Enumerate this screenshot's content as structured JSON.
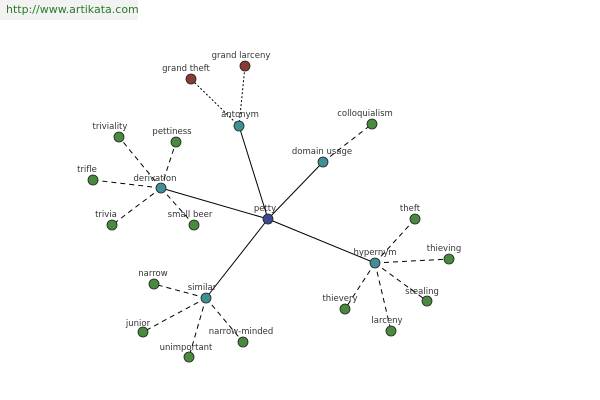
{
  "watermark": "http://www.artikata.com",
  "colors": {
    "root": "#3b4a8c",
    "relation": "#3f8f93",
    "leaf": "#4a8a3e",
    "antonym_leaf": "#8a3a34"
  },
  "graph": {
    "root": {
      "id": "petty",
      "label": "petty"
    },
    "relations": [
      {
        "id": "antonym",
        "label": "antonym",
        "leaves": [
          "grand theft",
          "grand larceny"
        ]
      },
      {
        "id": "domain-usage",
        "label": "domain usage",
        "leaves": [
          "colloquialism"
        ]
      },
      {
        "id": "derivation",
        "label": "derivation",
        "leaves": [
          "triviality",
          "pettiness",
          "trifle",
          "trivia",
          "small beer"
        ]
      },
      {
        "id": "similar",
        "label": "similar",
        "leaves": [
          "narrow",
          "junior",
          "unimportant",
          "narrow-minded"
        ]
      },
      {
        "id": "hypernym",
        "label": "hypernym",
        "leaves": [
          "theft",
          "thieving",
          "stealing",
          "larceny",
          "thievery"
        ]
      }
    ]
  }
}
